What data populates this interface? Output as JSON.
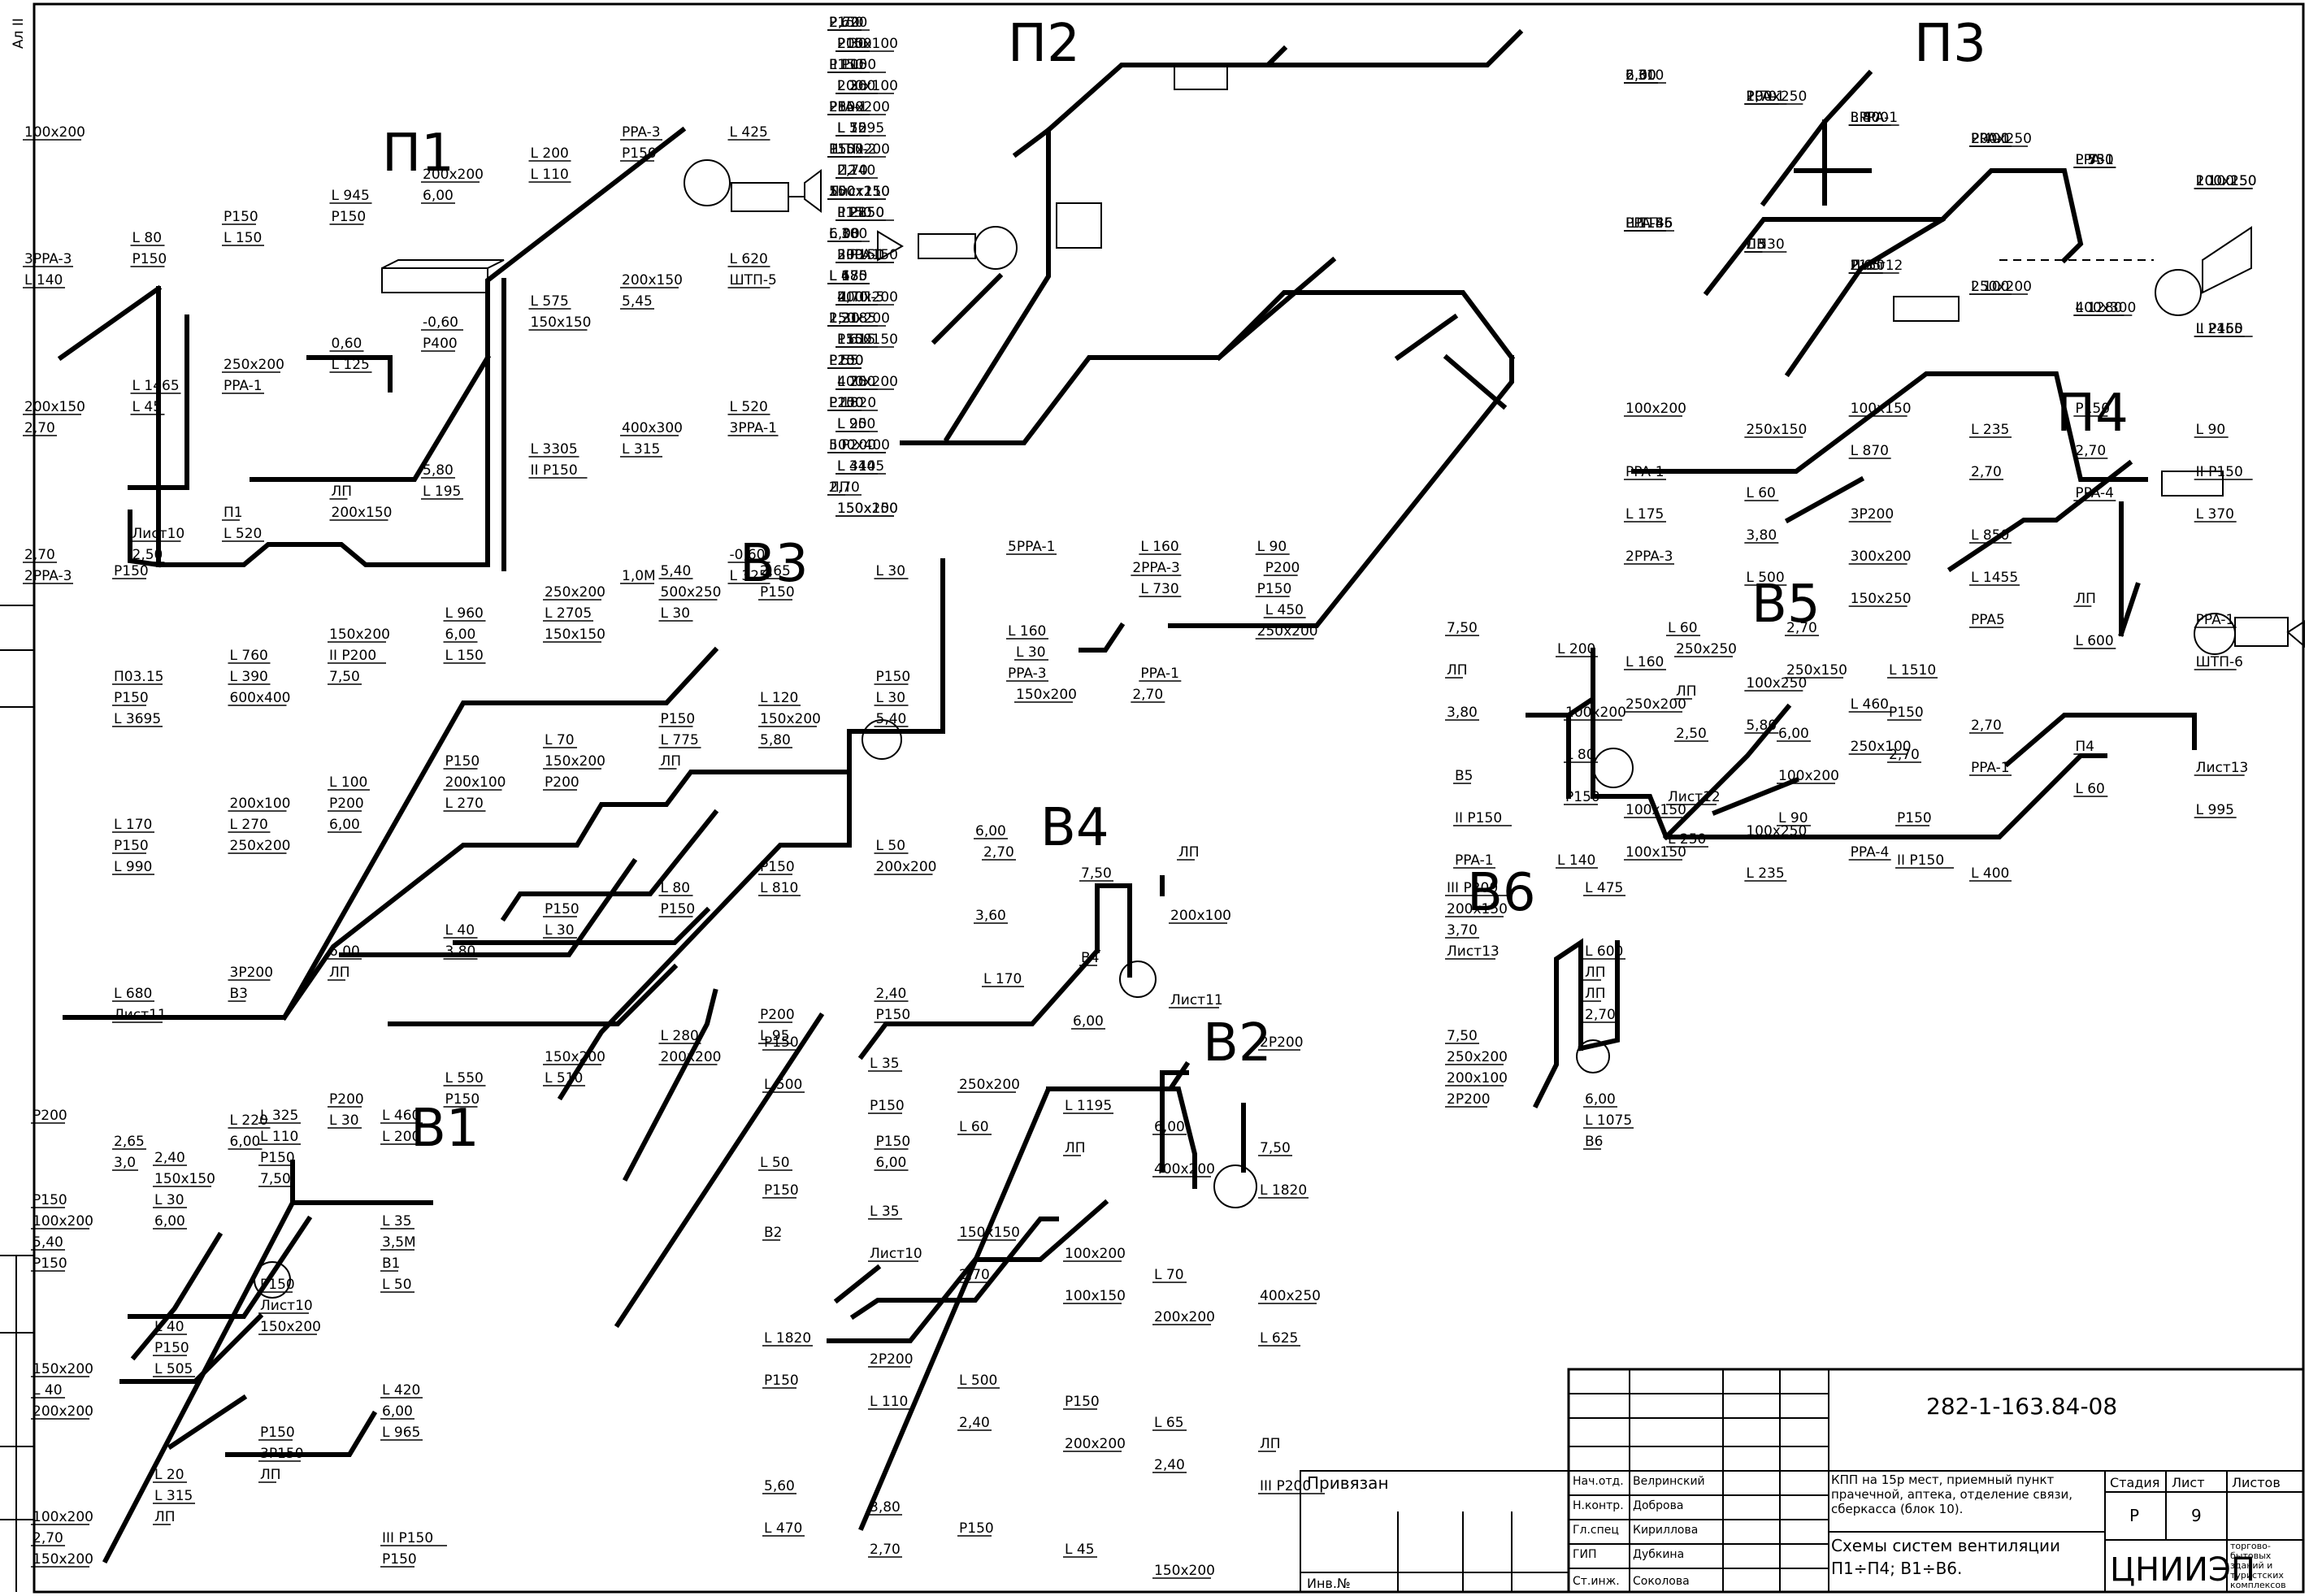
{
  "systems": [
    {
      "id": "p1",
      "name": "П1"
    },
    {
      "id": "p2",
      "name": "П2"
    },
    {
      "id": "p3",
      "name": "П3"
    },
    {
      "id": "p4",
      "name": "П4"
    },
    {
      "id": "b1",
      "name": "В1"
    },
    {
      "id": "b2",
      "name": "В2"
    },
    {
      "id": "b3",
      "name": "В3"
    },
    {
      "id": "b4",
      "name": "В4"
    },
    {
      "id": "b5",
      "name": "В5"
    },
    {
      "id": "b6",
      "name": "В6"
    }
  ],
  "labels": {
    "p1": [
      "100x200",
      "L 425",
      "P150",
      "L 110",
      "6,00",
      "P150",
      "L 150",
      "P150",
      "L 140",
      "ШТП-5",
      "5,45",
      "150x150",
      "P400",
      "L 125",
      "PPA-1",
      "L 45",
      "2,70",
      "3PPA-1",
      "L 315",
      "II P150",
      "L 195",
      "200x150",
      "L 520",
      "2,50",
      "2PPA-3",
      "L 325",
      "PPA-3",
      "L 200",
      "200x200",
      "L 945",
      "P150",
      "L 80",
      "3PPA-3",
      "L 620",
      "200x150",
      "L 575",
      "-0,60",
      "0,60",
      "250x200",
      "L 1465",
      "200x150",
      "L 520",
      "400x300",
      "L 3305",
      "5,80",
      "ЛП",
      "П1",
      "Лист10",
      "2,70",
      "-0,60",
      "1,0М"
    ],
    "p2": [
      "P150",
      "L 30",
      "P150",
      "L 30",
      "P150",
      "L 75",
      "P150",
      "L 140",
      "500x250",
      "L 2850",
      "6,00",
      "200x150",
      "L 675",
      "ШТП-5",
      "150x200",
      "L 615",
      "P200",
      "L 200",
      "P200",
      "L 200",
      "500x400",
      "L 4145",
      "ЛП",
      "150x200",
      "L 620",
      "P150",
      "L 100",
      "200x100",
      "250x200",
      "L 1295",
      "ШТП-2",
      "П2",
      "Лист11",
      "P150",
      "L 30",
      "II P150",
      "L 180",
      "400x200",
      "L 2185",
      "150x150",
      "P150",
      "L 75",
      "P150",
      "L 95",
      "II P200",
      "L 340",
      "2,70",
      "150x150",
      "2,70",
      "200x100",
      "II P150",
      "L 260",
      "PPA-1",
      "L 50",
      "150x200",
      "2,70",
      "150x150",
      "II P150",
      "L 180",
      "3PPA-1",
      "L 485",
      "2,70",
      "2,30",
      "P150",
      "L 55",
      "400x200",
      "L 1820"
    ],
    "p3": [
      "6,00",
      "PPA-1",
      "L 80",
      "PPA-1",
      "L 75",
      "100x150",
      "PPA-4",
      "L 530",
      "P150",
      "L 100",
      "400x300",
      "L 2465",
      "2,60",
      "100x250",
      "L 400",
      "200x250",
      "L 530",
      "200x250",
      "L 1185",
      "ЛП",
      "2,65",
      "250x200",
      "L 1280",
      "II P150",
      "L 310",
      "2,70",
      "3PPA-1",
      "L 400",
      "PPA-1",
      "L 100",
      "ШТП-6",
      "П3",
      "Лист12"
    ],
    "p4": [
      "100x200",
      "250x150",
      "L 870",
      "2,70",
      "PPA-4",
      "L 370",
      "2PPA-3",
      "L 500",
      "150x250",
      "PPA5",
      "L 600",
      "ШТП-6",
      "250x200",
      "5,80",
      "250x100",
      "PPA-1",
      "L 60",
      "L 995",
      "100x150",
      "L 235",
      "100x150",
      "L 235",
      "2,70",
      "II P150",
      "L 175",
      "3,80",
      "300x200",
      "L 1455",
      "ЛП",
      "PPA-1",
      "L 160",
      "100x250",
      "L 460",
      "2,70",
      "П4",
      "Лист13",
      "100x150",
      "100x250",
      "PPA-4",
      "L 400",
      "P150",
      "L 90",
      "PPA-1",
      "L 60",
      "3P200",
      "L 850"
    ],
    "b1": [
      "P200",
      "L 200",
      "7,50",
      "6,00",
      "P150",
      "L 50",
      "150x200",
      "L 505",
      "200x200",
      "L 965",
      "ЛП",
      "ЛП",
      "150x200",
      "L 460",
      "P150",
      "L 30",
      "5,40",
      "В1",
      "Лист10",
      "P150",
      "L 40",
      "6,00",
      "3P150",
      "L 315",
      "2,70",
      "P150",
      "L 110",
      "150x150",
      "100x200",
      "3,5М",
      "P150",
      "L 40",
      "150x200",
      "L 420",
      "P150",
      "L 20",
      "100x200",
      "III P150",
      "L 325",
      "2,40",
      "P150",
      "L 35"
    ],
    "b2": [
      "P150",
      "L 35",
      "250x200",
      "L 1195",
      "6,00",
      "7,50",
      "P150",
      "L 35",
      "150x150",
      "100x200",
      "L 70",
      "400x250",
      "L 1820",
      "2P200",
      "L 500",
      "P150",
      "L 65",
      "ЛП",
      "5,60",
      "3,80",
      "P150",
      "L 45",
      "150x200",
      "2P200",
      "L 500",
      "P150",
      "L 60",
      "ЛП",
      "400x200",
      "L 1820",
      "В2",
      "Лист10",
      "2,70",
      "100x150",
      "200x200",
      "L 625",
      "P150",
      "L 110",
      "2,40",
      "200x200",
      "2,40",
      "III P200",
      "L 470",
      "2,70"
    ],
    "b3": [
      "P150",
      "L 30",
      "P150",
      "L 30",
      "150x150",
      "L 150",
      "7,50",
      "600x400",
      "L 3695",
      "5,40",
      "5,80",
      "ЛП",
      "P200",
      "L 270",
      "6,00",
      "250x200",
      "L 990",
      "200x200",
      "L 810",
      "P150",
      "L 30",
      "3,80",
      "ЛП",
      "В3",
      "Лист11",
      "P150",
      "L 95",
      "200x200",
      "L 510",
      "P150",
      "L 30",
      "6,00",
      "3,0",
      "6,00",
      "2,65",
      "500x250",
      "L 2705",
      "6,00",
      "II P200",
      "L 390",
      "P150",
      "L 30",
      "150x200",
      "L 775",
      "150x200",
      "200x100",
      "P200",
      "L 270",
      "P150",
      "L 50",
      "P150",
      "L 80",
      "P150",
      "L 40",
      "6,00",
      "3P200",
      "L 680",
      "2,40",
      "P200",
      "L 280",
      "150x200",
      "L 550",
      "P200",
      "L 220",
      "2,65",
      "P150",
      "L 50",
      "5,40",
      "250x200",
      "L 960",
      "150x200",
      "L 760",
      "П03.15",
      "P150",
      "L 120",
      "P150",
      "L 70",
      "P150",
      "L 100",
      "200x100",
      "L 170"
    ],
    "b4": [
      "6,00",
      "7,50",
      "200x100",
      "L 170",
      "6,00",
      "ЛП",
      "3,60",
      "В4",
      "Лист11",
      "2,70"
    ],
    "b5": [
      "7,50",
      "250x250",
      "L 1510",
      "100x200",
      "6,00",
      "В5",
      "Лист12",
      "P150",
      "L 140",
      "2,70",
      "ЛП",
      "ЛП",
      "P150",
      "L 80",
      "100x200",
      "II P150",
      "L 250",
      "II P150",
      "L 200",
      "250x150",
      "3,80",
      "2,50",
      "2,70",
      "P150",
      "L 90",
      "PPA-1",
      "L 60"
    ],
    "b6": [
      "III P200",
      "L 600",
      "7,50",
      "6,00",
      "200x150",
      "ЛП",
      "250x200",
      "L 1075",
      "3,70",
      "ЛП",
      "200x100",
      "В6",
      "Лист13",
      "2,70",
      "2P200",
      "L 475"
    ],
    "p2_extra": [
      "5PPA-1",
      "L 730",
      "250x200",
      "150x200",
      "2PPA-3",
      "L 450",
      "PPA-3",
      "L 160",
      "P150",
      "L 30",
      "2,70",
      "P200",
      "L 160",
      "PPA-1",
      "L 90"
    ]
  },
  "title_block": {
    "doc_code": "282-1-163.84-08",
    "privyazan": "Привязан",
    "inv_no": "Инв.№",
    "roles": [
      "Нач.отд.",
      "Н.контр.",
      "Гл.спец",
      "ГИП",
      "Ст.инж."
    ],
    "names": [
      "Велринский",
      "Доброва",
      "Кириллова",
      "Дубкина",
      "Соколова"
    ],
    "project": "КПП на 15р мест, приемный пункт прачечной, аптека, отделение связи, сберкасса (блок 10).",
    "sheet_title": "Схемы систем вентиляции П1÷П4; В1÷В6.",
    "stage_header": "Стадия",
    "sheet_header": "Лист",
    "sheets_header": "Листов",
    "stage": "Р",
    "sheet": "9",
    "sheets": "",
    "org": "ЦНИИЭП",
    "org_sub": "торгово-бытовых зданий и туристских комплексов"
  },
  "margin_text": "Ал II"
}
